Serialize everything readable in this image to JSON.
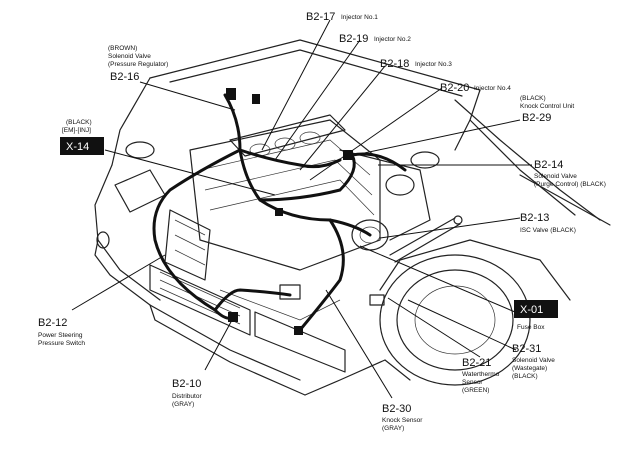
{
  "labels": {
    "b2_17": {
      "code": "B2-17",
      "desc": "Injector No.1"
    },
    "b2_19": {
      "code": "B2-19",
      "desc": "Injector No.2"
    },
    "b2_18": {
      "code": "B2-18",
      "desc": "Injector No.3"
    },
    "b2_20": {
      "code": "B2-20",
      "desc": "Injector No.4"
    },
    "b2_16": {
      "code": "B2-16",
      "desc": [
        "(BROWN)",
        "Solenoid Valve",
        "(Pressure Regulator)"
      ]
    },
    "x_14": {
      "code": "X-14",
      "desc": [
        "(BLACK)",
        "[EM]-[INJ]"
      ]
    },
    "b2_29": {
      "code": "B2-29",
      "desc": [
        "(BLACK)",
        "Knock Control Unit"
      ]
    },
    "b2_14": {
      "code": "B2-14",
      "desc": [
        "Solenoid Valve",
        "(Purge Control) (BLACK)"
      ]
    },
    "b2_13": {
      "code": "B2-13",
      "desc": "ISC Valve (BLACK)"
    },
    "x_01": {
      "code": "X-01",
      "desc": "Fuse Box"
    },
    "b2_31": {
      "code": "B2-31",
      "desc": [
        "Solenoid Valve",
        "(Wastegate)",
        "(BLACK)"
      ]
    },
    "b2_21": {
      "code": "B2-21",
      "desc": [
        "Waterthermo",
        "Sensor",
        "(GREEN)"
      ]
    },
    "b2_30": {
      "code": "B2-30",
      "desc": [
        "Knock Sensor",
        "(GRAY)"
      ]
    },
    "b2_10": {
      "code": "B2-10",
      "desc": [
        "Distributor",
        "(GRAY)"
      ]
    },
    "b2_12": {
      "code": "B2-12",
      "desc": [
        "Power Steering",
        "Pressure Switch"
      ]
    }
  }
}
